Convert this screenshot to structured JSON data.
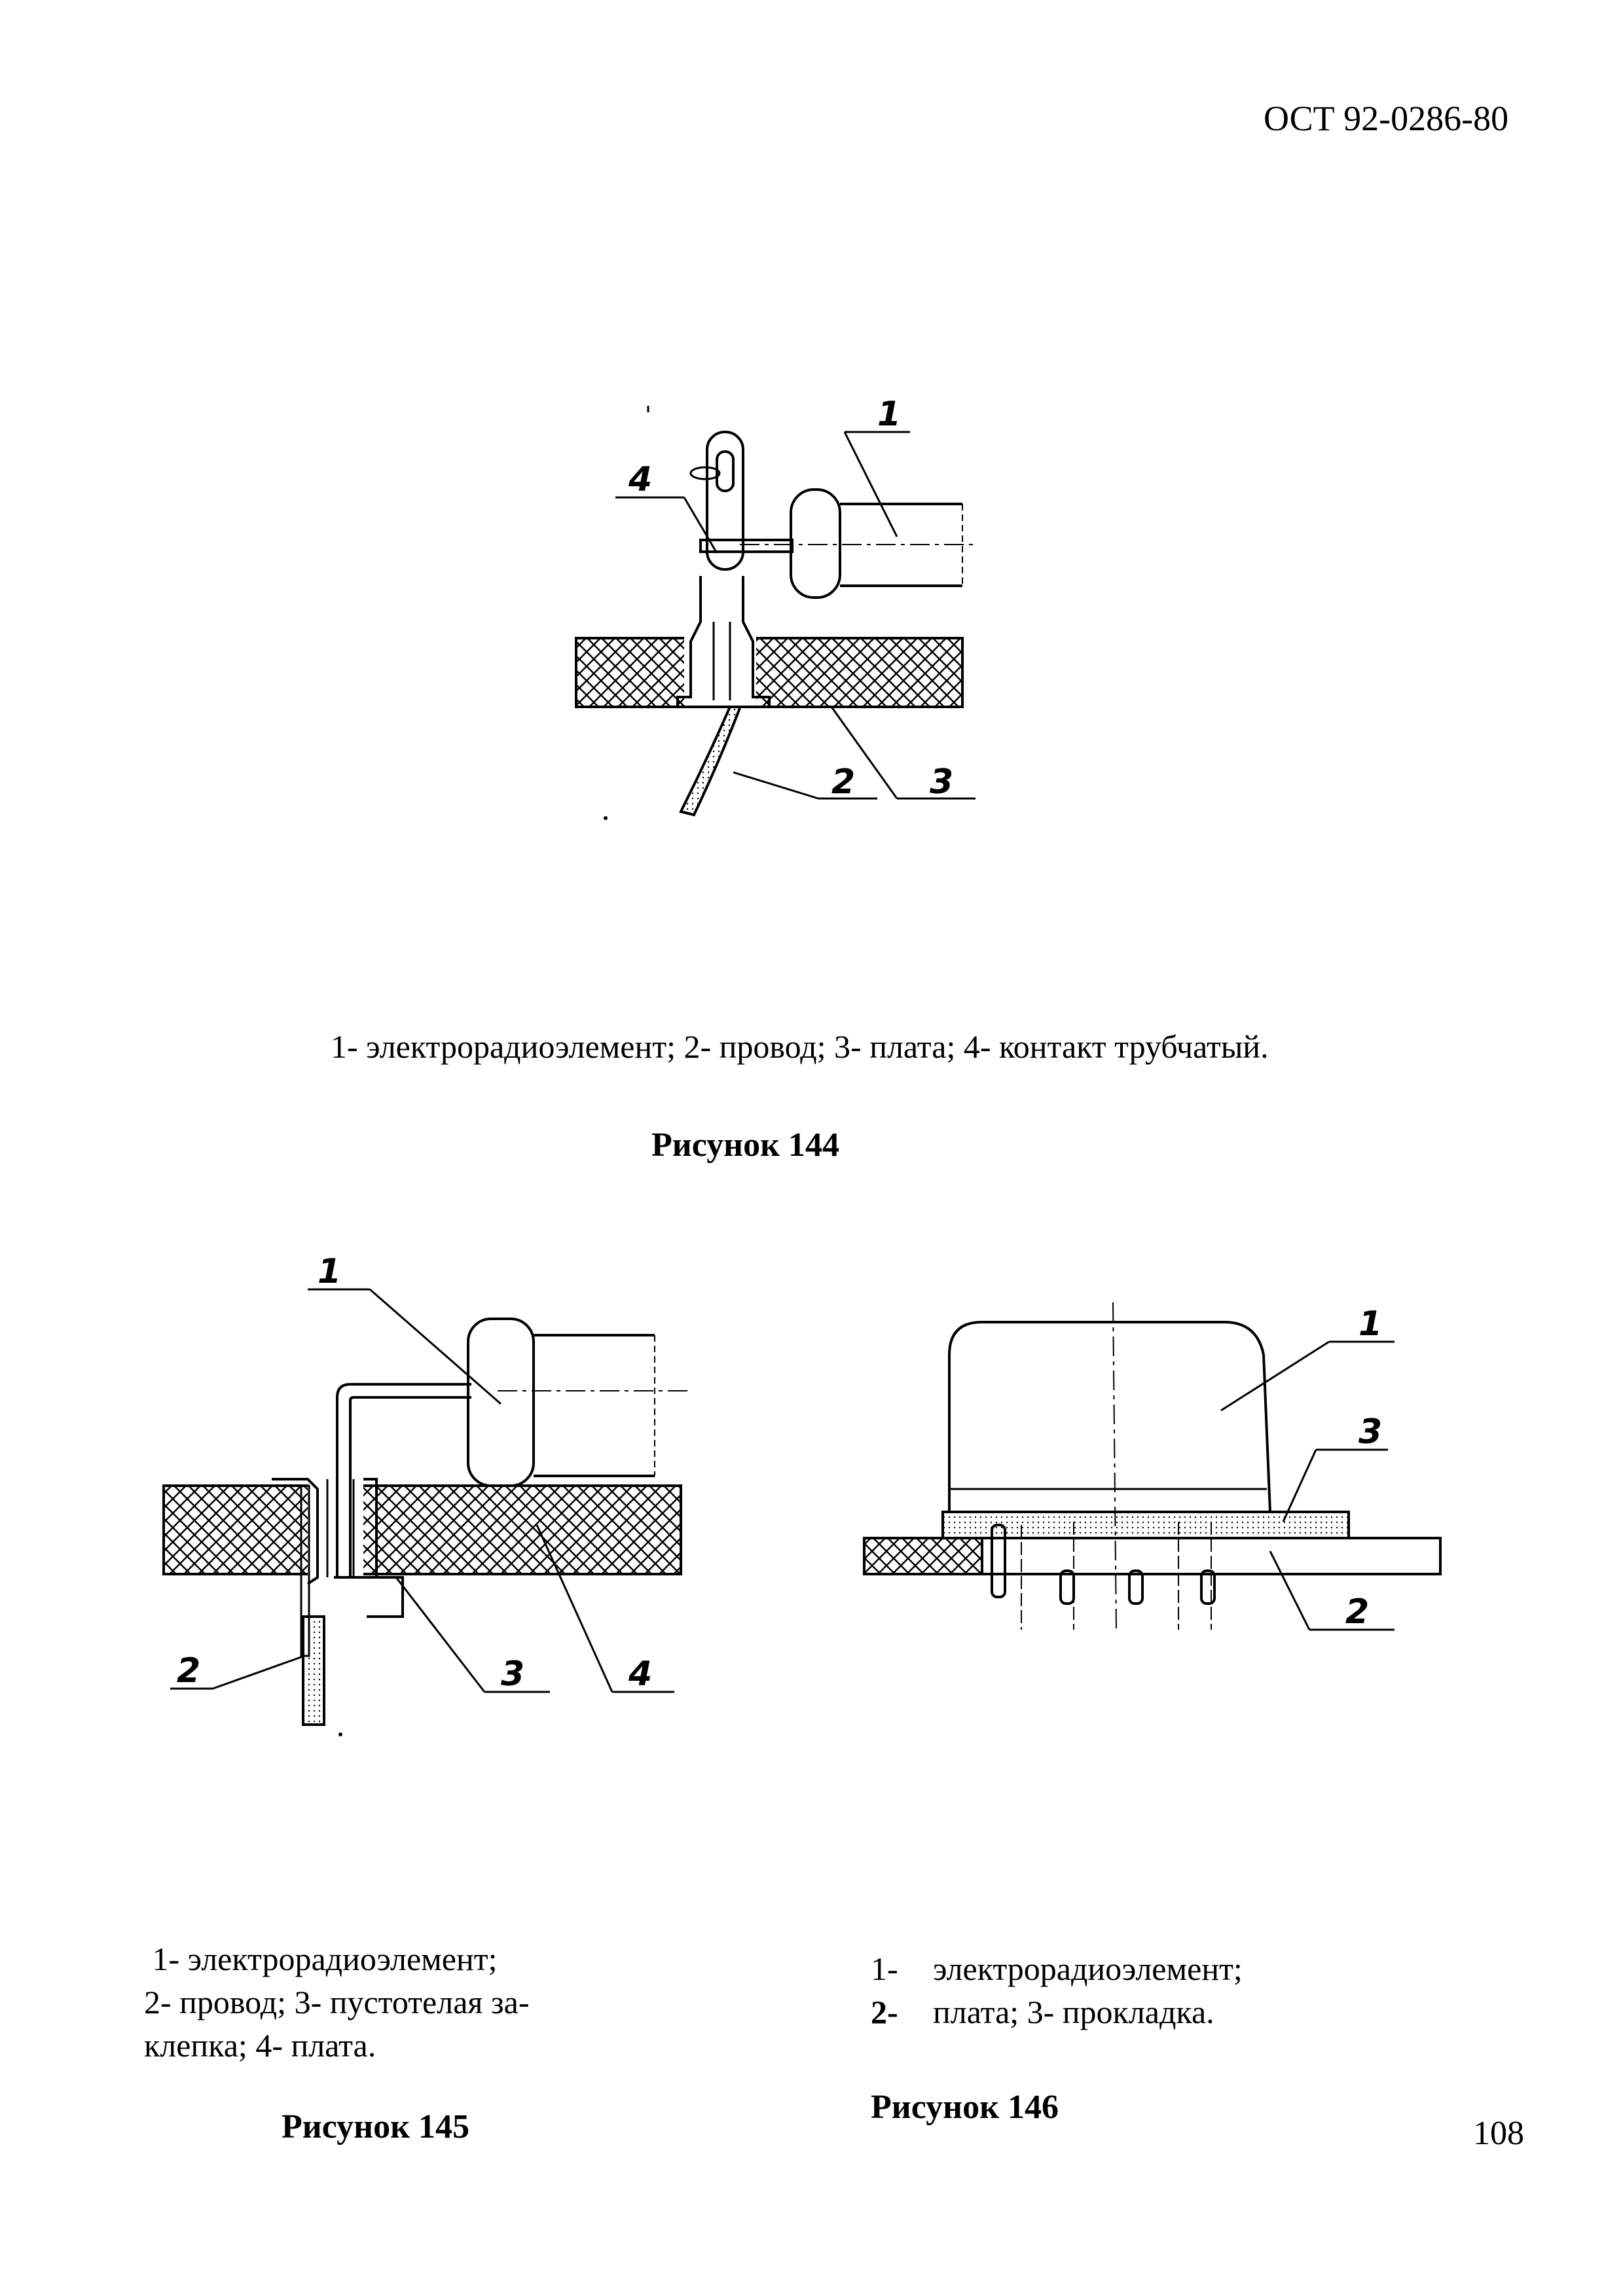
{
  "header": {
    "code": "ОСТ 92-0286-80"
  },
  "figure144": {
    "callouts": [
      "1",
      "4",
      "2",
      "3"
    ],
    "legend": "1- электрорадиоэлемент; 2- провод; 3- плата; 4- контакт трубчатый.",
    "title": "Рисунок 144"
  },
  "figure145": {
    "callouts": [
      "1",
      "2",
      "3",
      "4"
    ],
    "legend": {
      "line1": " 1- электрорадиоэлемент;",
      "line2": "2- провод; 3- пустотелая за-",
      "line3": "клепка; 4- плата."
    },
    "title": "Рисунок 145"
  },
  "figure146": {
    "callouts": [
      "1",
      "3",
      "2"
    ],
    "legend": [
      {
        "num": "1-",
        "text": "электрорадиоэлемент;"
      },
      {
        "num": "2-",
        "text": "плата; 3- прокладка."
      }
    ],
    "title": "Рисунок 146"
  },
  "footer": {
    "page_number": "108"
  }
}
